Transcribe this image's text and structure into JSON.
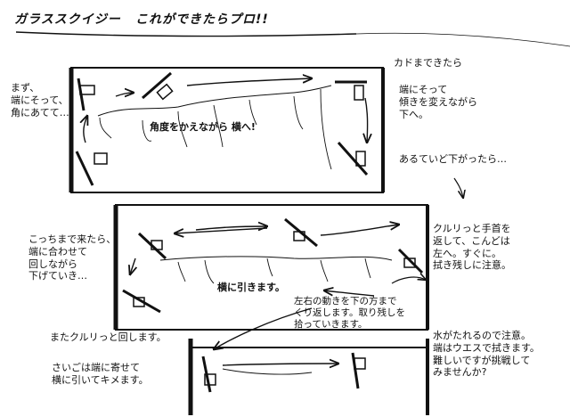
{
  "title": {
    "left": "ガラススクイジー",
    "right": "これができたらプロ!!"
  },
  "panel1": {
    "note_left": "まず、\n端にそって、\n角にあてて…",
    "note_right_top": "カドまできたら",
    "note_right_mid": "端にそって\n傾きを変えながら\n下へ。",
    "note_right_bottom": "あるていど下がったら…",
    "inwindow": "角度をかえながら 横へ!"
  },
  "panel2": {
    "note_left": "こっちまで来たら、\n端に合わせて\n回しながら\n下げていき…",
    "note_right": "クルリっと手首を\n返して、こんどは\n左へ。すぐに。\n拭き残しに注意。",
    "inwindow_left": "横に引きます。",
    "inwindow_center": "左右の動きを下の方まで\nくり返します。取り残しを\n拾っていきます。",
    "note_below": "またクルリっと回します。"
  },
  "panel3": {
    "note_left": "さいごは端に寄せて\n横に引いてキメます。",
    "note_right": "水がたれるので注意。\n端はウエスで拭きます。\n難しいですが挑戦して\nみませんか?"
  },
  "colors": {
    "ink": "#111111",
    "paper": "#ffffff"
  }
}
